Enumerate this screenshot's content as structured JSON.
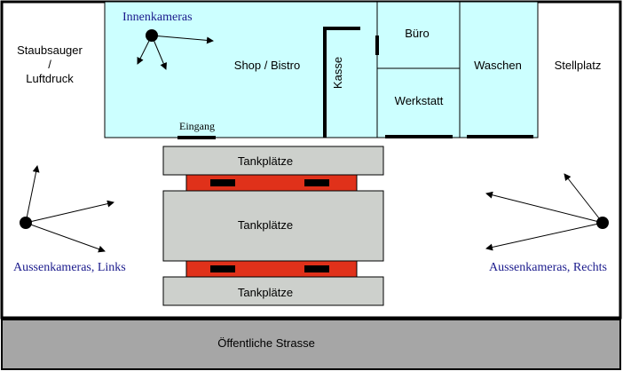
{
  "labels": {
    "vacuum_line1": "Staubsauger",
    "vacuum_line2": "/",
    "vacuum_line3": "Luftdruck",
    "indoor_cameras": "Innenkameras",
    "shop": "Shop / Bistro",
    "cashier": "Kasse",
    "office": "Büro",
    "workshop": "Werkstatt",
    "wash": "Waschen",
    "parking": "Stellplatz",
    "entrance": "Eingang",
    "pumps_top": "Tankplätze",
    "pumps_middle": "Tankplätze",
    "pumps_bottom": "Tankplätze",
    "outdoor_cameras_left": "Aussenkameras, Links",
    "outdoor_cameras_right": "Aussenkameras, Rechts",
    "street": "Öffentliche Strasse"
  },
  "colors": {
    "building": "#ccffff",
    "pump_area": "#cdd0cc",
    "pump_island": "#e0311a",
    "street": "#a6a6a6",
    "camera_label": "#1a1a8c",
    "outline": "#000000"
  },
  "icons": {
    "camera": "camera-dot-icon"
  }
}
